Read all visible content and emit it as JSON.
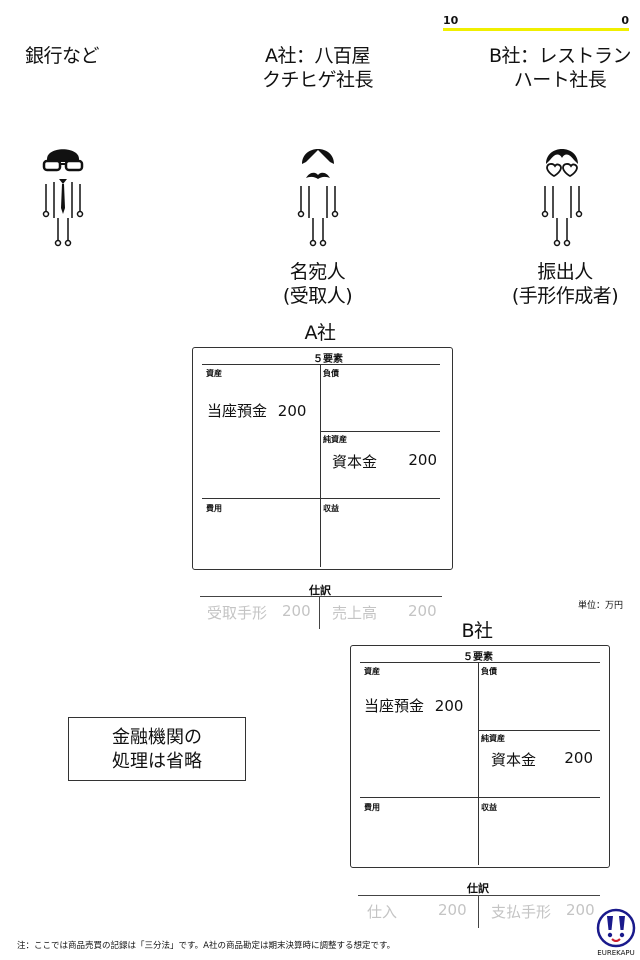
{
  "progress": {
    "left_value": "10",
    "right_value": "0",
    "fraction": 1.0
  },
  "actors": {
    "bank": {
      "title": "銀行など"
    },
    "company_a": {
      "title_line1": "A社：八百屋",
      "title_line2": "クチヒゲ社長",
      "role_line1": "名宛人",
      "role_line2": "(受取人)"
    },
    "company_b": {
      "title_line1": "B社：レストラン",
      "title_line2": "ハート社長",
      "role_line1": "振出人",
      "role_line2": "(手形作成者)"
    }
  },
  "sheet_a": {
    "heading": "A社",
    "title": "５要素",
    "labels": {
      "assets": "資産",
      "liabilities": "負債",
      "net_assets": "純資産",
      "expenses": "費用",
      "revenue": "収益"
    },
    "asset_entry": {
      "name": "当座預金",
      "amount": "200"
    },
    "net_asset_entry": {
      "name": "資本金",
      "amount": "200"
    }
  },
  "journal_a": {
    "title": "仕訳",
    "debit": {
      "name": "受取手形",
      "amount": "200"
    },
    "credit": {
      "name": "売上高",
      "amount": "200"
    }
  },
  "unit_label": "単位：万円",
  "sheet_b": {
    "heading": "B社",
    "title": "５要素",
    "labels": {
      "assets": "資産",
      "liabilities": "負債",
      "net_assets": "純資産",
      "expenses": "費用",
      "revenue": "収益"
    },
    "asset_entry": {
      "name": "当座預金",
      "amount": "200"
    },
    "net_asset_entry": {
      "name": "資本金",
      "amount": "200"
    }
  },
  "journal_b": {
    "title": "仕訳",
    "debit": {
      "name": "仕入",
      "amount": "200"
    },
    "credit": {
      "name": "支払手形",
      "amount": "200"
    }
  },
  "note_box": {
    "line1": "金融機関の",
    "line2": "処理は省略"
  },
  "footnote": "注：ここでは商品売買の記録は「三分法」です。A社の商品勘定は期末決算時に調整する想定です。",
  "logo": {
    "text": "EUREKAPU"
  },
  "colors": {
    "progress_fill": "#f0ef00",
    "logo_border": "#1a1a8c",
    "logo_accent": "#cc1f2e",
    "journal_text": "#c4c4c4"
  }
}
